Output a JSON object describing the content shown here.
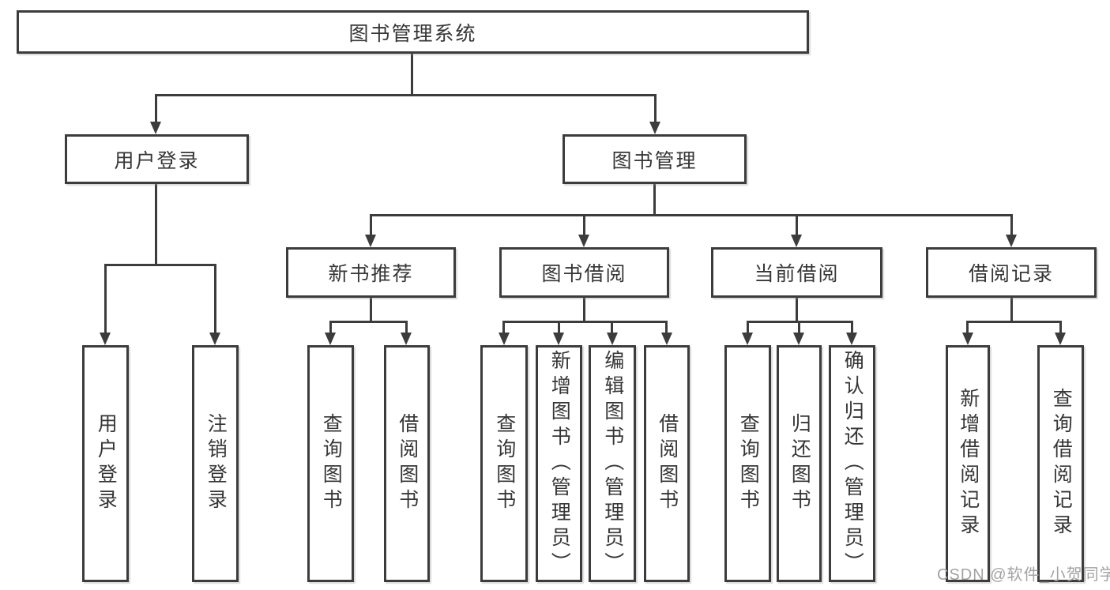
{
  "tree": {
    "label": "图书管理系统",
    "children": [
      {
        "label": "用户登录",
        "children": [
          {
            "label": "用户登录"
          },
          {
            "label": "注销登录"
          }
        ]
      },
      {
        "label": "图书管理",
        "children": [
          {
            "label": "新书推荐",
            "children": [
              {
                "label": "查询图书"
              },
              {
                "label": "借阅图书"
              }
            ]
          },
          {
            "label": "图书借阅",
            "children": [
              {
                "label": "查询图书"
              },
              {
                "label": "新增图书（管理员）"
              },
              {
                "label": "编辑图书（管理员）"
              },
              {
                "label": "借阅图书"
              }
            ]
          },
          {
            "label": "当前借阅",
            "children": [
              {
                "label": "查询图书"
              },
              {
                "label": "归还图书"
              },
              {
                "label": "确认归还（管理员）"
              }
            ]
          },
          {
            "label": "借阅记录",
            "children": [
              {
                "label": "新增借阅记录"
              },
              {
                "label": "查询借阅记录"
              }
            ]
          }
        ]
      }
    ]
  },
  "watermark": {
    "text": "CSDN @软件_小贺同学"
  },
  "colors": {
    "line": "#3c3c3c",
    "text": "#363636",
    "node_background": "#ffffff",
    "page_background": "#ffffff",
    "watermark": "#a3a3a3"
  }
}
